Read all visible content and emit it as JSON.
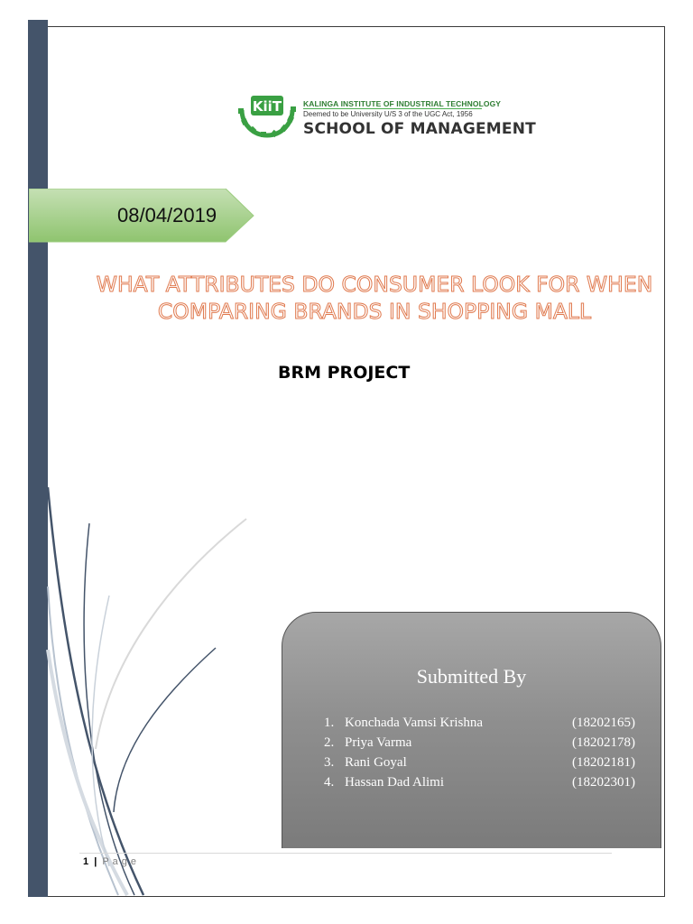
{
  "logo": {
    "line1": "KALINGA INSTITUTE OF INDUSTRIAL TECHNOLOGY",
    "line2": "Deemed to be University U/S  3 of the UGC Act, 1956",
    "line3": "SCHOOL OF MANAGEMENT",
    "mark_text": "KiiT"
  },
  "date": "08/04/2019",
  "title_line1": "WHAT ATTRIBUTES DO CONSUMER LOOK FOR WHEN",
  "title_line2": "COMPARING BRANDS IN SHOPPING MALL",
  "subtitle": "BRM PROJECT",
  "submitted": {
    "heading": "Submitted By",
    "members": [
      {
        "num": "1.",
        "name": "Konchada Vamsi Krishna",
        "id": "(18202165)"
      },
      {
        "num": "2.",
        "name": "Priya Varma",
        "id": "(18202178)"
      },
      {
        "num": "3.",
        "name": "Rani Goyal",
        "id": "(18202181)"
      },
      {
        "num": "4.",
        "name": "Hassan Dad Alimi",
        "id": "(18202301)"
      }
    ]
  },
  "footer": {
    "page_number": "1",
    "separator": "|",
    "page_word": "Page"
  },
  "colors": {
    "sidebar": "#44546a",
    "banner_green": "#a9d18e",
    "title_outline": "#e07a4f",
    "box_gray": "#8f8f8f",
    "logo_green": "#2e7d32"
  }
}
